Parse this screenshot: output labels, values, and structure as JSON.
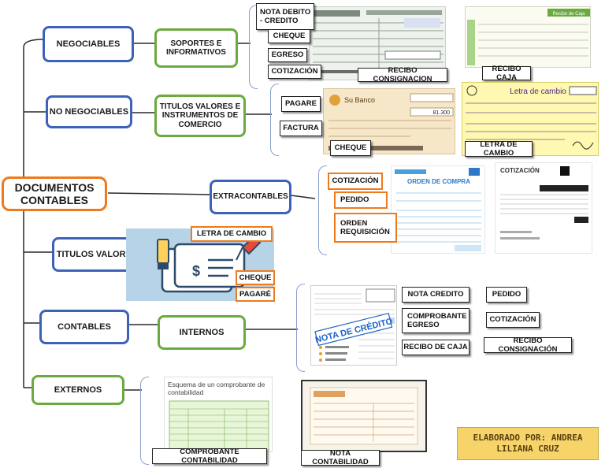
{
  "root": "DOCUMENTOS CONTABLES",
  "branches": {
    "negociables": "NEGOCIABLES",
    "no_negociables": "NO NEGOCIABLES",
    "titulos_valores": "TITULOS VALORES",
    "contables": "CONTABLES",
    "externos": "EXTERNOS"
  },
  "sub": {
    "soportes": "SOPORTES E INFORMATIVOS",
    "titulos_instrumentos": "TITULOS VALORES E INSTRUMENTOS DE COMERCIO",
    "extracontables": "EXTRACONTABLES",
    "internos": "INTERNOS"
  },
  "labels": {
    "nota_debito": "NOTA DEBITO - CREDITO",
    "cheque": "CHEQUE",
    "egreso": "EGRESO",
    "cotizacion": "COTIZACIÓN",
    "recibo_consignacion": "RECIBO CONSIGNACION",
    "recibo_caja": "RECIBO CAJA",
    "pagare": "PAGARE",
    "factura": "FACTURA",
    "cheque2": "CHEQUE",
    "letra_cambio": "LETRA DE CAMBIO",
    "cotizacion2": "COTIZACIÓN",
    "pedido": "PEDIDO",
    "orden_requisicion": "ORDEN REQUISICIÓN",
    "letra_cambio2": "LETRA DE CAMBIO",
    "cheque3": "CHEQUE",
    "pagare2": "PAGARÉ",
    "nota_credito": "NOTA CREDITO",
    "pedido2": "PEDIDO",
    "comprobante_egreso": "COMPROBANTE EGRESO",
    "cotizacion3": "COTIZACIÓN",
    "recibo_de_caja": "RECIBO DE CAJA",
    "recibo_consignacion2": "RECIBO CONSIGNACIÓN",
    "comprobante_contabilidad": "COMPROBANTE CONTABILIDAD",
    "nota_contabilidad": "NOTA CONTABILIDAD"
  },
  "images": {
    "recibo_caja_title": "Recibo de Caja",
    "bank_name": "Su Banco",
    "cheque_amount": "81.300",
    "letra_title": "Letra de cambio",
    "orden_title": "ORDEN DE COMPRA",
    "cotizacion_title": "COTIZACIÓN",
    "nota_credito_stamp": "NOTA DE CRÉDITO",
    "esquema_title": "Esquema de un comprobante de contabilidad"
  },
  "credit": "ELABORADO POR: ANDREA LILIANA CRUZ",
  "colors": {
    "blue": "#3d63b8",
    "green": "#6aaa3f",
    "orange": "#ee7a1e",
    "credit_bg": "#f7d46a"
  }
}
